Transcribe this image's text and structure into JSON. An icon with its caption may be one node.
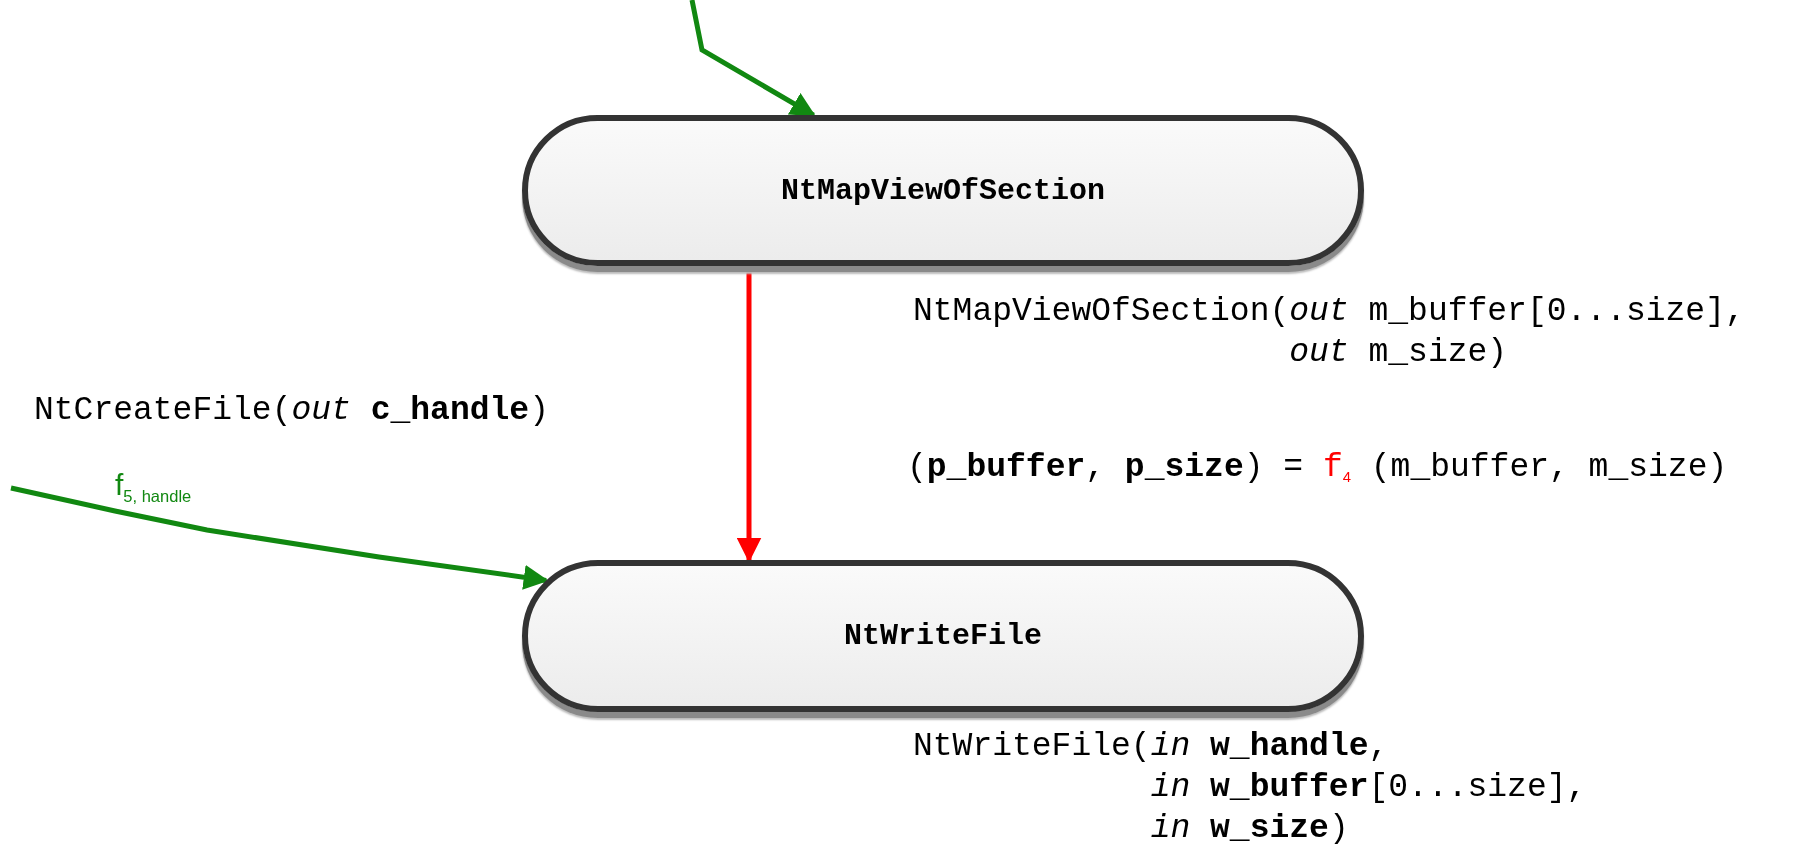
{
  "diagram": {
    "nodes": [
      {
        "text": [
          "NtMapViewOfSection"
        ]
      },
      {
        "text": [
          "NtWriteFile"
        ]
      }
    ],
    "edges": [
      {
        "from": null,
        "to": 0,
        "arrow": "to"
      },
      {
        "from": 0,
        "to": 1,
        "arrow": "to",
        "color": "#ff0000"
      },
      {
        "from": null,
        "to": 1,
        "arrow": "to",
        "label": "f$_{5, handle}$"
      }
    ],
    "labels": [
      "NtMapViewOfSection(*out* m_buffer[0...size], *out* m_size)",
      "NtCreateFile(*out* **c_handle**)",
      "(**p_buffer**, **p_size**) =",
      "f$_{4}$",
      "(m_buffer, m_size)",
      "NtWriteFile(*in* **w_handle**, *in* **w_buffer**[0...size], *in* **w_size**)"
    ]
  }
}
